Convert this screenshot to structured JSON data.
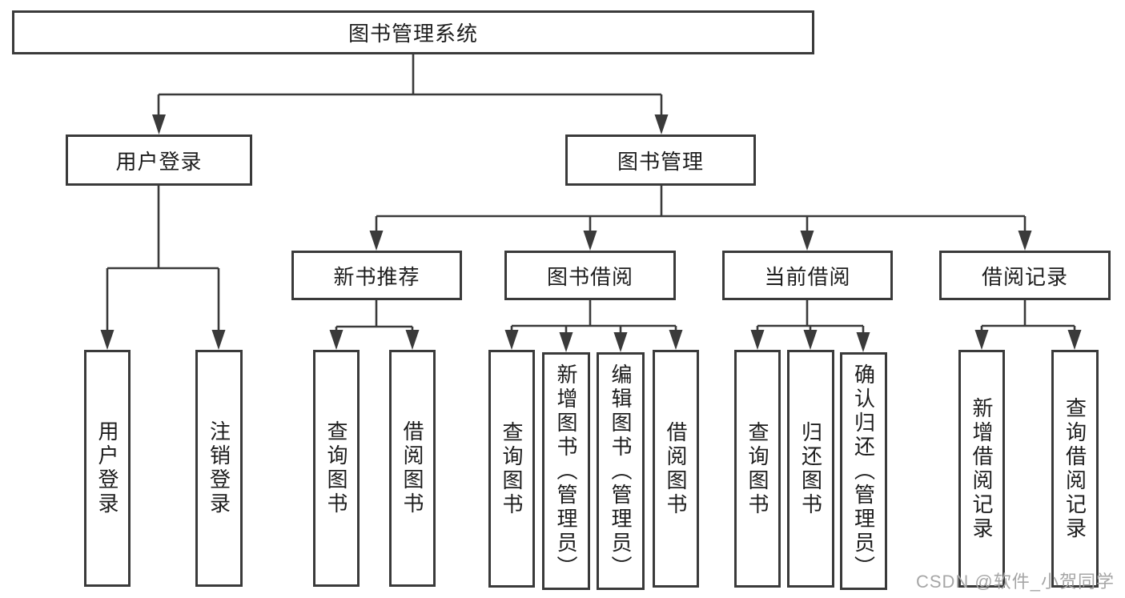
{
  "diagram": {
    "root": {
      "label": "图书管理系统"
    },
    "level2": [
      {
        "label": "用户登录",
        "children": [
          {
            "label": "用户登录"
          },
          {
            "label": "注销登录"
          }
        ]
      },
      {
        "label": "图书管理",
        "children": [
          {
            "label": "新书推荐",
            "children": [
              {
                "label": "查询图书"
              },
              {
                "label": "借阅图书"
              }
            ]
          },
          {
            "label": "图书借阅",
            "children": [
              {
                "label": "查询图书"
              },
              {
                "label": "新增图书（管理员）"
              },
              {
                "label": "编辑图书（管理员）"
              },
              {
                "label": "借阅图书"
              }
            ]
          },
          {
            "label": "当前借阅",
            "children": [
              {
                "label": "查询图书"
              },
              {
                "label": "归还图书"
              },
              {
                "label": "确认归还（管理员）"
              }
            ]
          },
          {
            "label": "借阅记录",
            "children": [
              {
                "label": "新增借阅记录"
              },
              {
                "label": "查询借阅记录"
              }
            ]
          }
        ]
      }
    ]
  },
  "watermark": {
    "text": "CSDN @软件_小贺同学"
  },
  "colors": {
    "line": "#3a3a3a",
    "box_border": "#3a3a3a",
    "text": "#1d1d1d",
    "watermark": "#a6a6a6",
    "background": "#ffffff"
  }
}
